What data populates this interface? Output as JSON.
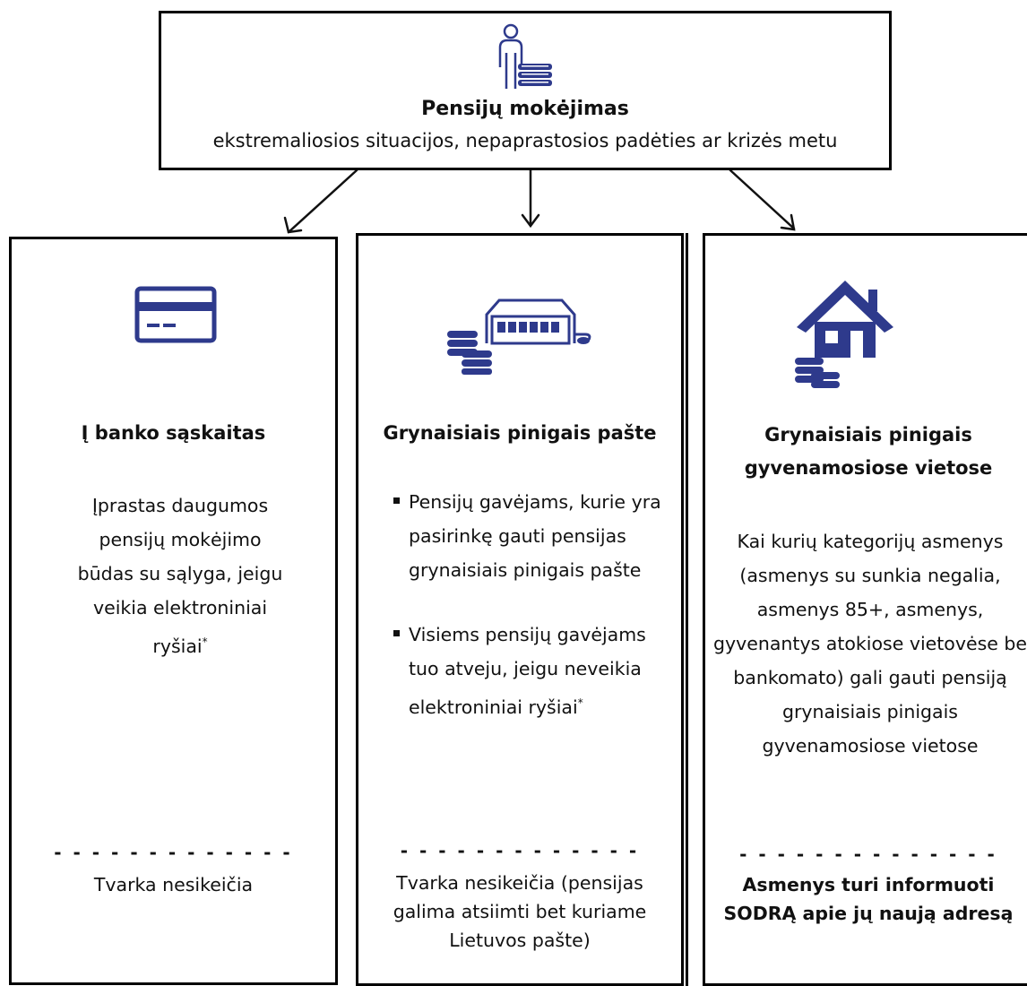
{
  "header": {
    "title": "Pensijų mokėjimas",
    "subtitle": "ekstremaliosios situacijos, nepaprastosios padėties ar krizės metu"
  },
  "columns": [
    {
      "title": "Į banko sąskaitas",
      "text": "Įprastas daugumos pensijų mokėjimo būdas su sąlyga, jeigu veikia elektroniniai ryšiai",
      "footnote_mark": "*",
      "separator": "- - - - - - - - - - - - -",
      "footer": "Tvarka nesikeičia",
      "icon": "bank-card-icon"
    },
    {
      "title": "Grynaisiais pinigais pašte",
      "bullets": [
        "Pensijų gavėjams, kurie yra pasirinkę gauti pensijas grynaisiais pinigais pašte",
        "Visiems pensijų gavėjams tuo atveju, jeigu neveikia elektroniniai ryšiai"
      ],
      "footnote_mark": "*",
      "separator": "- - - - - - - - - - - - -",
      "footer": "Tvarka nesikeičia (pensijas galima atsiimti bet kuriame Lietuvos pašte)",
      "icon": "post-office-coins-icon"
    },
    {
      "title": "Grynaisiais pinigais gyvenamosiose vietose",
      "text": "Kai kurių kategorijų asmenys (asmenys su sunkia negalia, asmenys 85+, asmenys, gyvenantys atokiose vietovėse be bankomato) gali gauti pensiją grynaisiais pinigais gyvenamosiose vietose",
      "separator": "- - - - - - - - - - - - - -",
      "footer": "Asmenys turi informuoti SODRĄ apie jų naują adresą",
      "icon": "house-coins-icon"
    }
  ],
  "colors": {
    "icon": "#2e3a8c",
    "border": "#000000"
  }
}
